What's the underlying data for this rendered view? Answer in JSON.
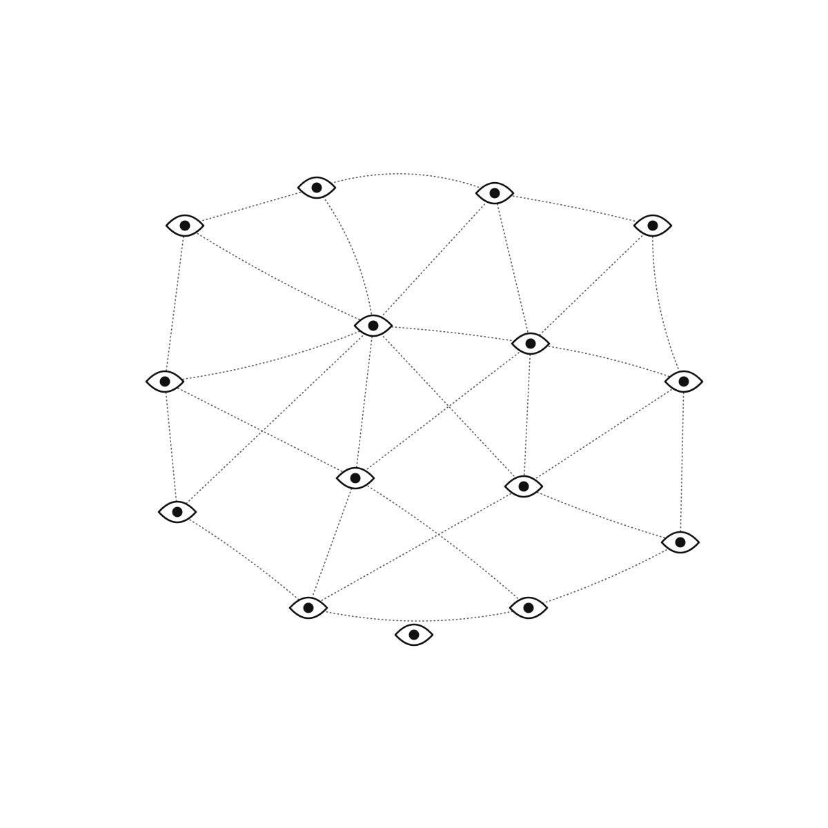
{
  "diagram": {
    "node_icon": "eye-icon",
    "edge_style": "dotted",
    "colors": {
      "background": "#ffffff",
      "icon": "#111111",
      "edge": "#555555"
    },
    "nodes": [
      {
        "id": "n1"
      },
      {
        "id": "n2"
      },
      {
        "id": "n3"
      },
      {
        "id": "n4"
      },
      {
        "id": "n5"
      },
      {
        "id": "n6"
      },
      {
        "id": "n7"
      },
      {
        "id": "n8"
      },
      {
        "id": "n9"
      },
      {
        "id": "n10"
      },
      {
        "id": "n11"
      },
      {
        "id": "n12"
      },
      {
        "id": "n13"
      },
      {
        "id": "n14"
      },
      {
        "id": "n15"
      }
    ],
    "edges": [
      [
        "n1",
        "n2"
      ],
      [
        "n2",
        "n3"
      ],
      [
        "n3",
        "n4"
      ],
      [
        "n1",
        "n5"
      ],
      [
        "n1",
        "n6"
      ],
      [
        "n2",
        "n5"
      ],
      [
        "n3",
        "n5"
      ],
      [
        "n3",
        "n7"
      ],
      [
        "n4",
        "n7"
      ],
      [
        "n4",
        "n8"
      ],
      [
        "n5",
        "n6"
      ],
      [
        "n5",
        "n7"
      ],
      [
        "n5",
        "n9"
      ],
      [
        "n5",
        "n10"
      ],
      [
        "n5",
        "n11"
      ],
      [
        "n6",
        "n9"
      ],
      [
        "n6",
        "n10"
      ],
      [
        "n7",
        "n8"
      ],
      [
        "n7",
        "n9"
      ],
      [
        "n7",
        "n11"
      ],
      [
        "n8",
        "n11"
      ],
      [
        "n8",
        "n12"
      ],
      [
        "n9",
        "n13"
      ],
      [
        "n9",
        "n14"
      ],
      [
        "n10",
        "n13"
      ],
      [
        "n10",
        "n15"
      ],
      [
        "n11",
        "n14"
      ],
      [
        "n11",
        "n12"
      ],
      [
        "n12",
        "n15"
      ],
      [
        "n13",
        "n14"
      ],
      [
        "n14",
        "n15"
      ],
      [
        "n10",
        "n14"
      ]
    ]
  }
}
